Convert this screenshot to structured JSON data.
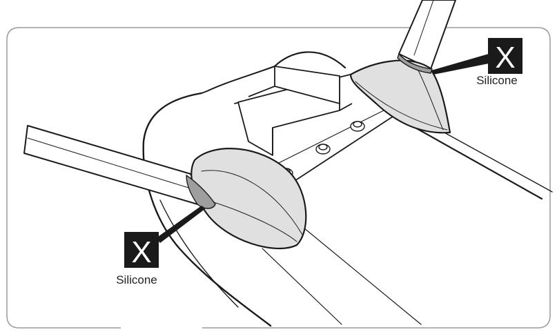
{
  "callouts": [
    {
      "id": "right-tool-callout",
      "badge": "X",
      "label": "Silicone"
    },
    {
      "id": "left-tool-callout",
      "badge": "X",
      "label": "Silicone"
    }
  ],
  "colors": {
    "outline": "#1a1a1a",
    "pad_fill": "#e0e0e0",
    "badge_fill": "#1a1a1a",
    "frame": "#9a9a9a"
  }
}
